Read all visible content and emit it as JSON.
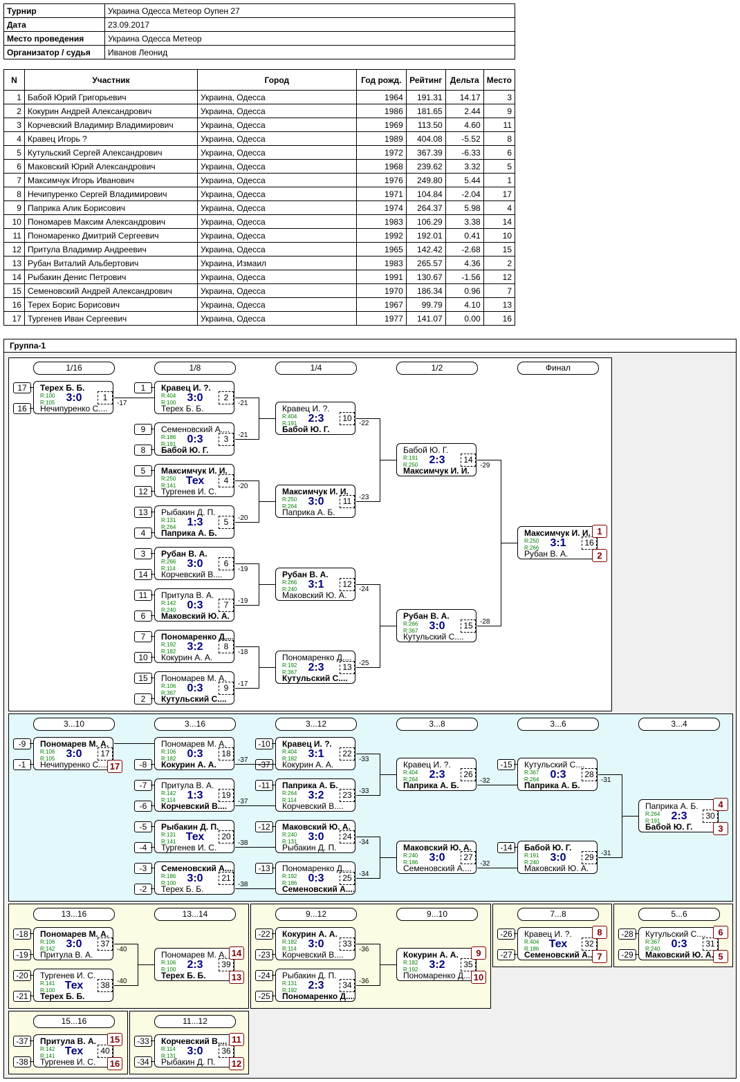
{
  "info": [
    {
      "label": "Турнир",
      "value": "Украина Одесса Метеор Оупен 27"
    },
    {
      "label": "Дата",
      "value": "23.09.2017"
    },
    {
      "label": "Место проведения",
      "value": "Украина Одесса Метеор"
    },
    {
      "label": "Организатор / судья",
      "value": "Иванов Леонид"
    }
  ],
  "players": {
    "columns": [
      "N",
      "Участник",
      "Город",
      "Год рожд.",
      "Рейтинг",
      "Дельта",
      "Место"
    ],
    "rows": [
      [
        "1",
        "Бабой Юрий Григорьевич",
        "Украина, Одесса",
        "1964",
        "191.31",
        "14.17",
        "3"
      ],
      [
        "2",
        "Кокурин Андрей Александрович",
        "Украина, Одесса",
        "1986",
        "181.65",
        "2.44",
        "9"
      ],
      [
        "3",
        "Корчевский Владимир Владимирович",
        "Украина, Одесса",
        "1969",
        "113.50",
        "4.60",
        "11"
      ],
      [
        "4",
        "Кравец Игорь ?",
        "Украина, Одесса",
        "1989",
        "404.08",
        "-5.52",
        "8"
      ],
      [
        "5",
        "Кутульский Сергей Александрович",
        "Украина, Одесса",
        "1972",
        "367.39",
        "-6.33",
        "6"
      ],
      [
        "6",
        "Маковский Юрий Александрович",
        "Украина, Одесса",
        "1968",
        "239.62",
        "3.32",
        "5"
      ],
      [
        "7",
        "Максимчук Игорь Иванович",
        "Украина, Одесса",
        "1976",
        "249.80",
        "5.44",
        "1"
      ],
      [
        "8",
        "Нечипуренко Сергей Владимирович",
        "Украина, Одесса",
        "1971",
        "104.84",
        "-2.04",
        "17"
      ],
      [
        "9",
        "Паприка Алик Борисович",
        "Украина, Одесса",
        "1974",
        "264.37",
        "5.98",
        "4"
      ],
      [
        "10",
        "Пономарев Максим Александрович",
        "Украина, Одесса",
        "1983",
        "106.29",
        "3.38",
        "14"
      ],
      [
        "11",
        "Пономаренко Дмитрий Сергеевич",
        "Украина, Одесса",
        "1992",
        "192.01",
        "0.41",
        "10"
      ],
      [
        "12",
        "Притула Владимир Андреевич",
        "Украина, Одесса",
        "1965",
        "142.42",
        "-2.68",
        "15"
      ],
      [
        "13",
        "Рубан Виталий Альбертович",
        "Украина, Измаил",
        "1983",
        "265.57",
        "4.36",
        "2"
      ],
      [
        "14",
        "Рыбакин Денис Петрович",
        "Украина, Одесса",
        "1991",
        "130.67",
        "-1.56",
        "12"
      ],
      [
        "15",
        "Семеновский Андрей Александрович",
        "Украина, Одесса",
        "1970",
        "186.34",
        "0.96",
        "7"
      ],
      [
        "16",
        "Терех Борис Борисович",
        "Украина, Одесса",
        "1967",
        "99.79",
        "4.10",
        "13"
      ],
      [
        "17",
        "Тургенев Иван Сергеевич",
        "Украина, Одесса",
        "1977",
        "141.07",
        "0.00",
        "16"
      ]
    ]
  },
  "group_title": "Группа-1",
  "rounds": [
    "1/16",
    "1/8",
    "1/4",
    "1/2",
    "Финал",
    "3...10",
    "3...16",
    "3...12",
    "3...8",
    "3...6",
    "3...4",
    "13...16",
    "13...14",
    "9...12",
    "9...10",
    "7...8",
    "5...6",
    "15...16",
    "11...12"
  ],
  "matches": [
    {
      "n": "1",
      "top": "Терех Б. Б.",
      "bot": "Нечипуренко С....",
      "ra": "R:100",
      "rb": "R:105",
      "score": "3:0",
      "win": "top"
    },
    {
      "n": "2",
      "top": "Кравец И. ?.",
      "bot": "Терех Б. Б.",
      "ra": "R:404",
      "rb": "R:100",
      "score": "3:0",
      "win": "top"
    },
    {
      "n": "3",
      "top": "Семеновский А....",
      "bot": "Бабой Ю. Г.",
      "ra": "R:186",
      "rb": "R:191",
      "score": "0:3",
      "win": "bot"
    },
    {
      "n": "4",
      "top": "Максимчук И. И.",
      "bot": "Тургенев И. С.",
      "ra": "R:250",
      "rb": "R:141",
      "score": "Тех",
      "win": "top"
    },
    {
      "n": "5",
      "top": "Рыбакин Д. П.",
      "bot": "Паприка А. Б.",
      "ra": "R:131",
      "rb": "R:264",
      "score": "1:3",
      "win": "bot"
    },
    {
      "n": "6",
      "top": "Рубан В. А.",
      "bot": "Корчевский В....",
      "ra": "R:266",
      "rb": "R:114",
      "score": "3:0",
      "win": "top"
    },
    {
      "n": "7",
      "top": "Притула В. А.",
      "bot": "Маковский Ю. А.",
      "ra": "R:142",
      "rb": "R:240",
      "score": "0:3",
      "win": "bot"
    },
    {
      "n": "8",
      "top": "Пономаренко Д....",
      "bot": "Кокурин А. А.",
      "ra": "R:192",
      "rb": "R:182",
      "score": "3:2",
      "win": "top"
    },
    {
      "n": "9",
      "top": "Пономарев М. А.",
      "bot": "Кутульский С....",
      "ra": "R:106",
      "rb": "R:367",
      "score": "0:3",
      "win": "bot"
    },
    {
      "n": "10",
      "top": "Кравец И. ?.",
      "bot": "Бабой Ю. Г.",
      "ra": "R:404",
      "rb": "R:191",
      "score": "2:3",
      "win": "bot"
    },
    {
      "n": "11",
      "top": "Максимчук И. И.",
      "bot": "Паприка А. Б.",
      "ra": "R:250",
      "rb": "R:264",
      "score": "3:0",
      "win": "top"
    },
    {
      "n": "12",
      "top": "Рубан В. А.",
      "bot": "Маковский Ю. А.",
      "ra": "R:266",
      "rb": "R:240",
      "score": "3:1",
      "win": "top"
    },
    {
      "n": "13",
      "top": "Пономаренко Д....",
      "bot": "Кутульский С....",
      "ra": "R:192",
      "rb": "R:367",
      "score": "2:3",
      "win": "bot"
    },
    {
      "n": "14",
      "top": "Бабой Ю. Г.",
      "bot": "Максимчук И. И.",
      "ra": "R:191",
      "rb": "R:250",
      "score": "2:3",
      "win": "bot"
    },
    {
      "n": "15",
      "top": "Рубан В. А.",
      "bot": "Кутульский С....",
      "ra": "R:266",
      "rb": "R:367",
      "score": "3:0",
      "win": "top"
    },
    {
      "n": "16",
      "top": "Максимчук И. И.",
      "bot": "Рубан В. А.",
      "ra": "R:250",
      "rb": "R:266",
      "score": "3:1",
      "win": "top"
    },
    {
      "n": "17",
      "top": "Пономарев М. А.",
      "bot": "Нечипуренко С....",
      "ra": "R:106",
      "rb": "R:105",
      "score": "3:0",
      "win": "top"
    },
    {
      "n": "18",
      "top": "Пономарев М. А.",
      "bot": "Кокурин А. А.",
      "ra": "R:106",
      "rb": "R:182",
      "score": "0:3",
      "win": "bot"
    },
    {
      "n": "19",
      "top": "Притула В. А.",
      "bot": "Корчевский В....",
      "ra": "R:142",
      "rb": "R:114",
      "score": "1:3",
      "win": "bot"
    },
    {
      "n": "20",
      "top": "Рыбакин Д. П.",
      "bot": "Тургенев И. С.",
      "ra": "R:131",
      "rb": "R:141",
      "score": "Тех",
      "win": "top"
    },
    {
      "n": "21",
      "top": "Семеновский А....",
      "bot": "Терех Б. Б.",
      "ra": "R:186",
      "rb": "R:100",
      "score": "3:0",
      "win": "top"
    },
    {
      "n": "22",
      "top": "Кравец И. ?.",
      "bot": "Кокурин А. А.",
      "ra": "R:404",
      "rb": "R:182",
      "score": "3:1",
      "win": "top"
    },
    {
      "n": "23",
      "top": "Паприка А. Б.",
      "bot": "Корчевский В....",
      "ra": "R:264",
      "rb": "R:114",
      "score": "3:2",
      "win": "top"
    },
    {
      "n": "24",
      "top": "Маковский Ю. А.",
      "bot": "Рыбакин Д. П.",
      "ra": "R:240",
      "rb": "R:131",
      "score": "3:0",
      "win": "top"
    },
    {
      "n": "25",
      "top": "Пономаренко Д....",
      "bot": "Семеновский А....",
      "ra": "R:192",
      "rb": "R:186",
      "score": "0:3",
      "win": "bot"
    },
    {
      "n": "26",
      "top": "Кравец И. ?.",
      "bot": "Паприка А. Б.",
      "ra": "R:404",
      "rb": "R:264",
      "score": "2:3",
      "win": "bot"
    },
    {
      "n": "27",
      "top": "Маковский Ю. А.",
      "bot": "Семеновский А....",
      "ra": "R:240",
      "rb": "R:186",
      "score": "3:0",
      "win": "top"
    },
    {
      "n": "28",
      "top": "Кутульский С....",
      "bot": "Паприка А. Б.",
      "ra": "R:367",
      "rb": "R:264",
      "score": "0:3",
      "win": "bot"
    },
    {
      "n": "29",
      "top": "Бабой Ю. Г.",
      "bot": "Маковский Ю. А.",
      "ra": "R:191",
      "rb": "R:240",
      "score": "3:0",
      "win": "top"
    },
    {
      "n": "30",
      "top": "Паприка А. Б.",
      "bot": "Бабой Ю. Г.",
      "ra": "R:264",
      "rb": "R:191",
      "score": "2:3",
      "win": "bot"
    },
    {
      "n": "37",
      "top": "Пономарев М. А.",
      "bot": "Притула В. А.",
      "ra": "R:106",
      "rb": "R:142",
      "score": "3:0",
      "win": "top"
    },
    {
      "n": "38",
      "top": "Тургенев И. С.",
      "bot": "Терех Б. Б.",
      "ra": "R:141",
      "rb": "R:100",
      "score": "Тех",
      "win": "bot"
    },
    {
      "n": "39",
      "top": "Пономарев М. А.",
      "bot": "Терех Б. Б.",
      "ra": "R:106",
      "rb": "R:100",
      "score": "2:3",
      "win": "bot"
    },
    {
      "n": "33",
      "top": "Кокурин А. А.",
      "bot": "Корчевский В....",
      "ra": "R:182",
      "rb": "R:114",
      "score": "3:0",
      "win": "top"
    },
    {
      "n": "34",
      "top": "Рыбакин Д. П.",
      "bot": "Пономаренко Д....",
      "ra": "R:131",
      "rb": "R:192",
      "score": "2:3",
      "win": "bot"
    },
    {
      "n": "35",
      "top": "Кокурин А. А.",
      "bot": "Пономаренко Д....",
      "ra": "R:182",
      "rb": "R:192",
      "score": "3:2",
      "win": "top"
    },
    {
      "n": "32",
      "top": "Кравец И. ?.",
      "bot": "Семеновский А....",
      "ra": "R:404",
      "rb": "R:186",
      "score": "Тех",
      "win": "bot"
    },
    {
      "n": "31",
      "top": "Кутульский С....",
      "bot": "Маковский Ю. А.",
      "ra": "R:367",
      "rb": "R:240",
      "score": "0:3",
      "win": "bot"
    },
    {
      "n": "40",
      "top": "Притула В. А.",
      "bot": "Тургенев И. С.",
      "ra": "R:142",
      "rb": "R:141",
      "score": "Тех",
      "win": "top"
    },
    {
      "n": "36",
      "top": "Корчевский В....",
      "bot": "Рыбакин Д. П.",
      "ra": "R:114",
      "rb": "R:131",
      "score": "3:0",
      "win": "top"
    }
  ],
  "seeds": [
    "17",
    "16",
    "1",
    "9",
    "8",
    "5",
    "12",
    "13",
    "4",
    "3",
    "14",
    "11",
    "6",
    "7",
    "10",
    "15",
    "2",
    "-9",
    "-1",
    "-10",
    "-8",
    "-37",
    "-7",
    "-6",
    "-11",
    "-5",
    "-4",
    "-12",
    "-3",
    "-2",
    "-13",
    "-15",
    "-14",
    "-18",
    "-19",
    "-20",
    "-21",
    "-22",
    "-23",
    "-24",
    "-25",
    "-26",
    "-27",
    "-28",
    "-29",
    "-37",
    "-38",
    "-33",
    "-34"
  ],
  "labels": [
    "-17",
    "-21",
    "-21",
    "-20",
    "-20",
    "-19",
    "-19",
    "-18",
    "-17",
    "-22",
    "-23",
    "-24",
    "-25",
    "-29",
    "-28",
    "-37",
    "-37",
    "-38",
    "-38",
    "-33",
    "-33",
    "-34",
    "-34",
    "-32",
    "-32",
    "-31",
    "-31",
    "-40",
    "-40",
    "-36",
    "-36"
  ],
  "places": [
    "1",
    "2",
    "17",
    "4",
    "3",
    "14",
    "13",
    "9",
    "10",
    "8",
    "7",
    "6",
    "5",
    "15",
    "16",
    "11",
    "12"
  ]
}
